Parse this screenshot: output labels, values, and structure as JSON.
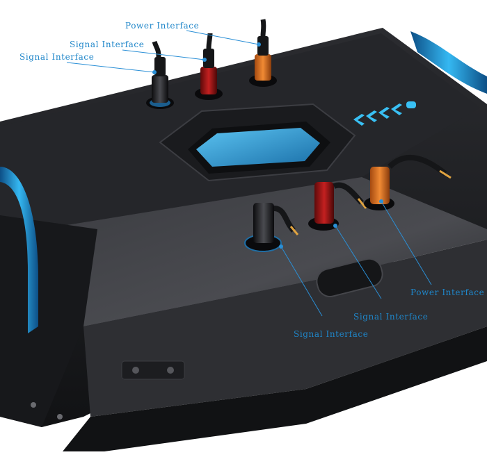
{
  "labels": {
    "top_power": "Power Interface",
    "top_signal_1": "Signal Interface",
    "top_signal_2": "Signal Interface",
    "bottom_power": "Power Interface",
    "bottom_signal_1": "Signal Interface",
    "bottom_signal_2": "Signal Interface"
  },
  "colors": {
    "callout": "#1f86c9",
    "panel_body": "#1d1e21",
    "accent_blue": "#1aa0e8",
    "orange_connector": "#d8681d",
    "red_connector": "#9a1414"
  },
  "icons": {
    "power_connector": "orange-power-connector-icon",
    "signal_connector_red": "red-signal-connector-icon",
    "signal_connector_black": "black-signal-connector-icon"
  }
}
